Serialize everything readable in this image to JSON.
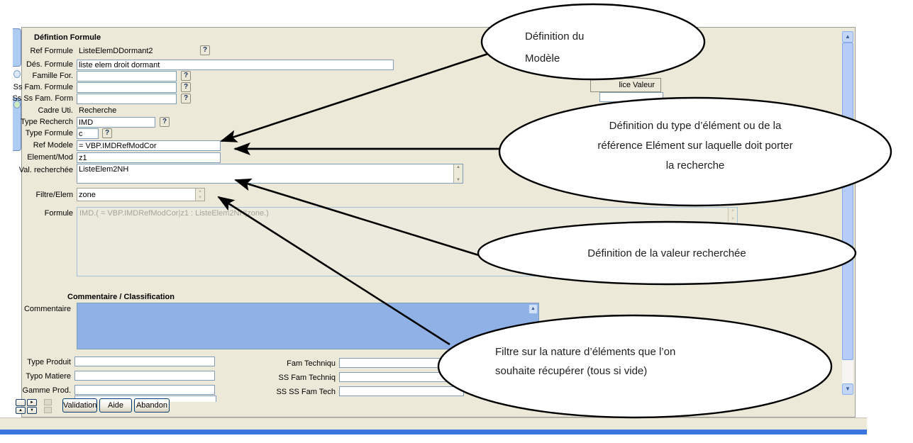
{
  "panel": {
    "definition_section_title": "Défintion Formule",
    "help_label": "?",
    "ref_formule": {
      "label": "Ref Formule",
      "value": "ListeElemDDormant2"
    },
    "des_formule": {
      "label": "Dés. Formule",
      "value": "liste elem droit dormant"
    },
    "famille_for": {
      "label": "Famille For.",
      "value": ""
    },
    "ss_fam_formule": {
      "label": "Ss Fam. Formule",
      "value": ""
    },
    "ss_ss_fam_form": {
      "label": "Ss Ss Fam. Form",
      "value": ""
    },
    "cadre_uti": {
      "label": "Cadre Uti.",
      "value": "Recherche"
    },
    "type_recherch": {
      "label": "Type Recherch",
      "value": "IMD"
    },
    "type_formule": {
      "label": "Type Formule",
      "value": "c"
    },
    "ref_modele": {
      "label": "Ref Modele",
      "value": "= VBP.IMDRefModCor"
    },
    "element_mod": {
      "label": "Element/Mod",
      "value": "z1"
    },
    "val_recherchee": {
      "label": "Val. recherchée",
      "value": "ListeElem2NH"
    },
    "filtre_elem": {
      "label": "Filtre/Elem",
      "value": "zone"
    },
    "formule": {
      "label": "Formule",
      "value": "IMD.( = VBP.IMDRefModCor|z1 : ListeElem2NH|zone.)"
    },
    "partial_button_label": "lice Valeur",
    "classification_section_title": "Commentaire / Classification",
    "commentaire_label": "Commentaire",
    "type_produit_label": "Type Produit",
    "typo_matiere_label": "Typo Matiere",
    "gamme_prod_label": "Gamme Prod.",
    "fam_technique_label": "Fam Techniqu",
    "ss_fam_techniq_label": "SS Fam Techniq",
    "ss_ss_fam_tech_label": "SS SS Fam Tech",
    "buttons": {
      "validation": "Validation",
      "aide": "Aide",
      "abandon": "Abandon"
    }
  },
  "icons": {
    "spin_up": "▲",
    "spin_down": "▼",
    "scroll_up": "▲",
    "scrollbar_up": "▲",
    "scrollbar_down": "▼",
    "nav_first": "",
    "nav_next": "►",
    "nav_up": "▲",
    "nav_down": "▼"
  },
  "callouts": {
    "modele": {
      "lines": [
        "Définition du",
        "Modèle"
      ]
    },
    "type_element": {
      "lines": [
        "Définition du type d’élément ou de la",
        "référence Elément sur laquelle doit porter",
        "la recherche"
      ]
    },
    "valeur": {
      "lines": [
        "Définition de la valeur recherchée"
      ]
    },
    "filtre": {
      "lines": [
        "Filtre sur la nature d’éléments que l’on",
        "souhaite récupérer (tous si vide)"
      ]
    }
  },
  "colors": {
    "panel_bg": "#ece9d8",
    "comment_bg": "#8fb1e6",
    "accent_bar": "#3b76e0",
    "input_border": "#7f9db9"
  }
}
